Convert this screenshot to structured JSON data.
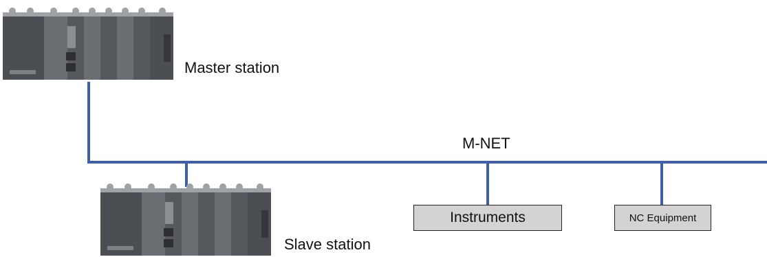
{
  "labels": {
    "master": "Master station",
    "slave": "Slave station",
    "network": "M-NET"
  },
  "devices": {
    "instruments": "Instruments",
    "nc_equipment": "NC Equipment"
  },
  "colors": {
    "network_line": "#3f5fa8",
    "device_fill": "#d3d3d3",
    "plc_dark": "#3b3d40",
    "plc_mid": "#5a5d61",
    "plc_light": "#8b8f93"
  }
}
